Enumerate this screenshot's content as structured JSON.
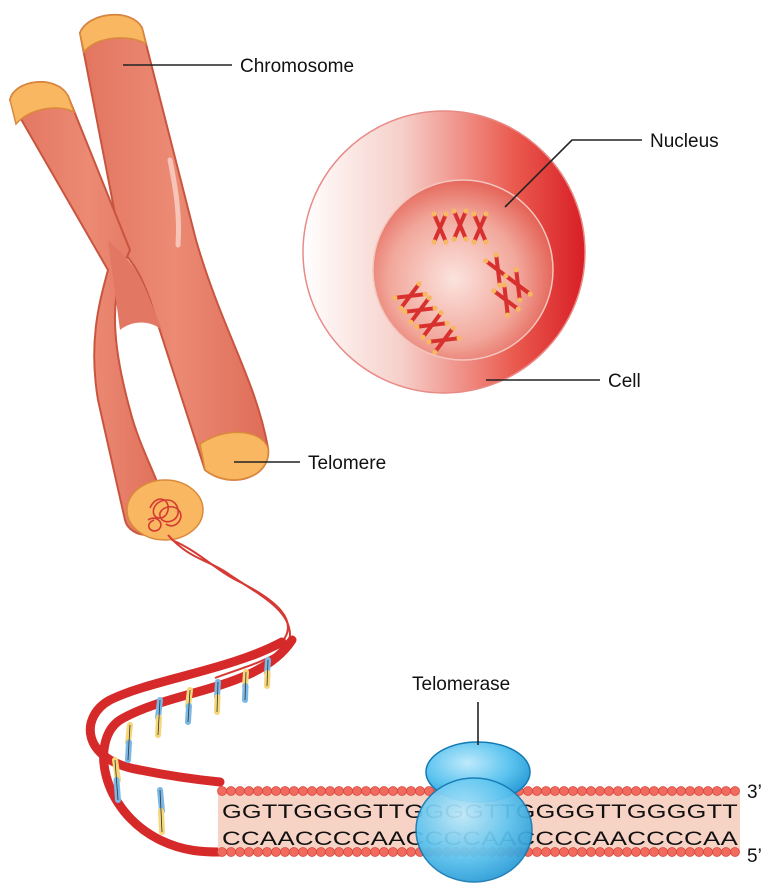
{
  "labels": {
    "chromosome": "Chromosome",
    "nucleus": "Nucleus",
    "cell": "Cell",
    "telomere": "Telomere",
    "telomerase": "Telomerase"
  },
  "sequence": {
    "top_strand": "GGTTGGGGTTGGGGTTGGGGTTGGGGTT",
    "bottom_strand": "CCAACCCCAACCCCAACCCCAACCCCAA",
    "top_end": "3’",
    "bottom_end": "5’"
  },
  "colors": {
    "chromosome_body": "#e8806a",
    "chromosome_outline": "#c9553f",
    "telomere_cap": "#f8b760",
    "cell_red": "#e0242c",
    "dna_red": "#d62a2a",
    "telomerase_blue": "#3fb6e8",
    "base_yellow": "#f5d77a",
    "base_blue": "#7ab8e6"
  },
  "icons": {
    "chromosome": "chromosome-icon",
    "cell": "cell-icon",
    "telomerase": "telomerase-enzyme-icon"
  }
}
